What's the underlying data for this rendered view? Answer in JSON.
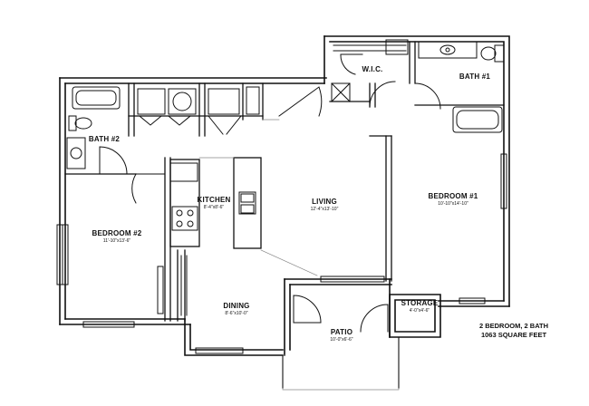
{
  "rooms": {
    "living": {
      "name": "LIVING",
      "dims": "12'-4\"x13'-10\""
    },
    "bedroom1": {
      "name": "BEDROOM #1",
      "dims": "10'-10\"x14'-10\""
    },
    "bedroom2": {
      "name": "BEDROOM #2",
      "dims": "11'-10\"x13'-6\""
    },
    "kitchen": {
      "name": "KITCHEN",
      "dims": "8'-4\"x8'-6\""
    },
    "dining": {
      "name": "DINING",
      "dims": "8'-6\"x10'-0\""
    },
    "patio": {
      "name": "PATIO",
      "dims": "10'-0\"x6'-6\""
    },
    "storage": {
      "name": "STORAGE",
      "dims": "4'-0\"x4'-6\""
    },
    "bath1": {
      "name": "BATH #1"
    },
    "bath2": {
      "name": "BATH #2"
    },
    "wic": {
      "name": "W.I.C."
    }
  },
  "summary": {
    "line1": "2 BEDROOM, 2 BATH",
    "line2": "1063 SQUARE FEET"
  }
}
